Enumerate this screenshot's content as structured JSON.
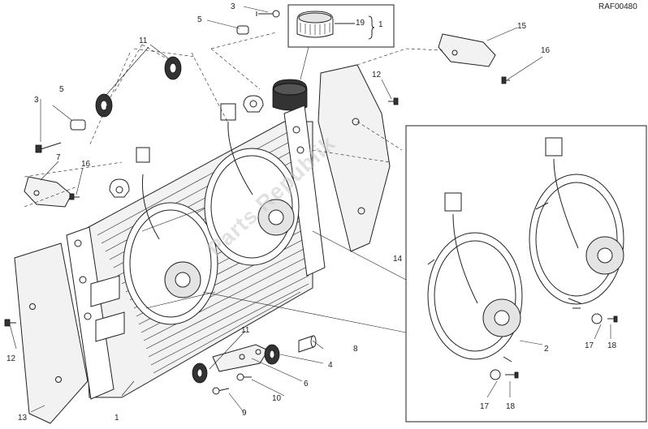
{
  "drawing_code": "RAF00480",
  "watermark": "Parts Republik",
  "callouts": [
    {
      "id": "c3a",
      "text": "3"
    },
    {
      "id": "c5a",
      "text": "5"
    },
    {
      "id": "c19",
      "text": "19"
    },
    {
      "id": "c1a",
      "text": "1"
    },
    {
      "id": "c11a",
      "text": "11"
    },
    {
      "id": "c15",
      "text": "15"
    },
    {
      "id": "c16a",
      "text": "16"
    },
    {
      "id": "c5b",
      "text": "5"
    },
    {
      "id": "c3b",
      "text": "3"
    },
    {
      "id": "c12a",
      "text": "12"
    },
    {
      "id": "c7",
      "text": "7"
    },
    {
      "id": "c16b",
      "text": "16"
    },
    {
      "id": "c14",
      "text": "14"
    },
    {
      "id": "c12b",
      "text": "12"
    },
    {
      "id": "c2",
      "text": "2"
    },
    {
      "id": "c17a",
      "text": "17"
    },
    {
      "id": "c18a",
      "text": "18"
    },
    {
      "id": "c11b",
      "text": "11"
    },
    {
      "id": "c8",
      "text": "8"
    },
    {
      "id": "c4",
      "text": "4"
    },
    {
      "id": "c6",
      "text": "6"
    },
    {
      "id": "c10",
      "text": "10"
    },
    {
      "id": "c9",
      "text": "9"
    },
    {
      "id": "c13",
      "text": "13"
    },
    {
      "id": "c1b",
      "text": "1"
    },
    {
      "id": "c17b",
      "text": "17"
    },
    {
      "id": "c18b",
      "text": "18"
    }
  ]
}
